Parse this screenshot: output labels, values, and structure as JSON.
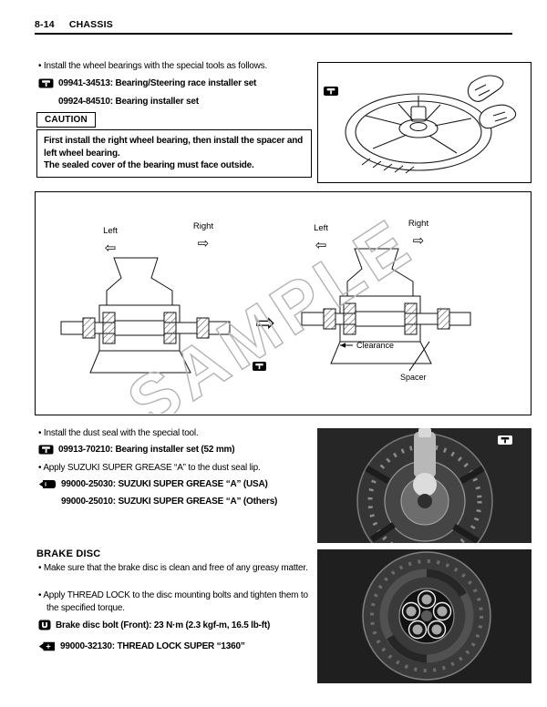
{
  "header": {
    "page_number": "8-14",
    "section_title": "CHASSIS"
  },
  "wheel_bearing": {
    "step1": "• Install the wheel bearings with the special tools as follows.",
    "tool_set_1": "09941-34513: Bearing/Steering race installer set",
    "tool_set_2": "09924-84510: Bearing installer set",
    "caution_label": "CAUTION",
    "caution_lines": [
      "First install the right wheel bearing, then install the spacer and left wheel bearing.",
      "The sealed cover of the bearing must face outside."
    ]
  },
  "diagram": {
    "arrow_labels": {
      "left1": "Left",
      "right1": "Right",
      "left2": "Left",
      "right2": "Right"
    },
    "clearance_label": "Clearance",
    "spacer_label": "Spacer",
    "watermark": "SAMPLE"
  },
  "dust_seal": {
    "step1": "• Install the dust seal with the special tool.",
    "tool_line": "09913-70210: Bearing installer set (52 mm)",
    "step2": "• Apply SUZUKI SUPER GREASE “A” to the dust seal lip.",
    "grease_line_usa": "99000-25030: SUZUKI SUPER GREASE “A” (USA)",
    "grease_line_others": "99000-25010: SUZUKI SUPER GREASE “A” (Others)"
  },
  "brake_disc": {
    "heading": "BRAKE DISC",
    "step1": "• Make sure that the brake disc is clean and free of any greasy matter.",
    "step2": "• Apply THREAD LOCK to the disc mounting bolts and tighten them to the specified torque.",
    "torque_line": "Brake disc bolt (Front): 23 N·m (2.3 kgf-m, 16.5 lb-ft)",
    "thread_lock_line": "99000-32130: THREAD LOCK SUPER “1360”"
  },
  "icons": {
    "arrow_left": "⇦",
    "arrow_right": "⇨"
  },
  "colors": {
    "text": "#000000",
    "rule": "#000000",
    "photo_background": "#262626",
    "watermark": "#b3b3b3"
  }
}
